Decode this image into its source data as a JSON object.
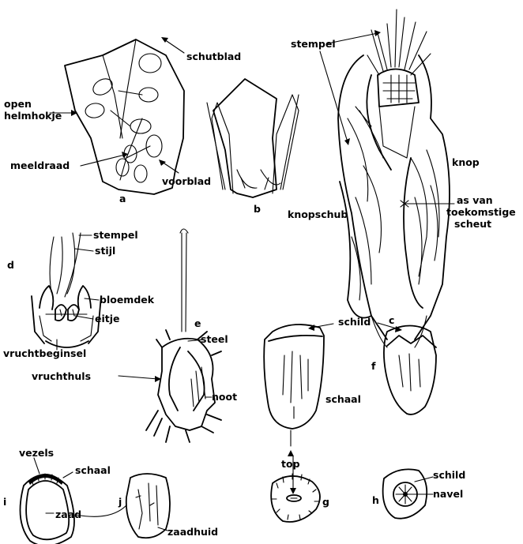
{
  "panels": {
    "a": {
      "letter": "a",
      "schutblad": "schutblad",
      "open_line1": "open",
      "open_line2": "helmhokje",
      "meeldraad": "meeldraad",
      "voorblad": "voorblad"
    },
    "b": {
      "letter": "b"
    },
    "c": {
      "letter": "c",
      "stempel": "stempel",
      "knop": "knop",
      "knopschub": "knopschub",
      "as_line1": "as van",
      "as_line2": "toekomstige",
      "as_line3": "scheut"
    },
    "d": {
      "letter": "d",
      "stempel": "stempel",
      "stijl": "stijl",
      "bloemdek": "bloemdek",
      "eitje": "eitje",
      "vruchtbeginsel": "vruchtbeginsel"
    },
    "e": {
      "letter": "e",
      "steel": "steel",
      "vruchthuls": "vruchthuls",
      "noot": "noot"
    },
    "f": {
      "letter": "f",
      "schild": "schild",
      "schaal": "schaal"
    },
    "g": {
      "letter": "g",
      "top": "top"
    },
    "h": {
      "letter": "h",
      "schild": "schild",
      "navel": "navel"
    },
    "i": {
      "letter": "i",
      "vezels": "vezels",
      "schaal": "schaal",
      "zaad": "zaad"
    },
    "j": {
      "letter": "j",
      "zaadhuid": "zaadhuid"
    }
  }
}
